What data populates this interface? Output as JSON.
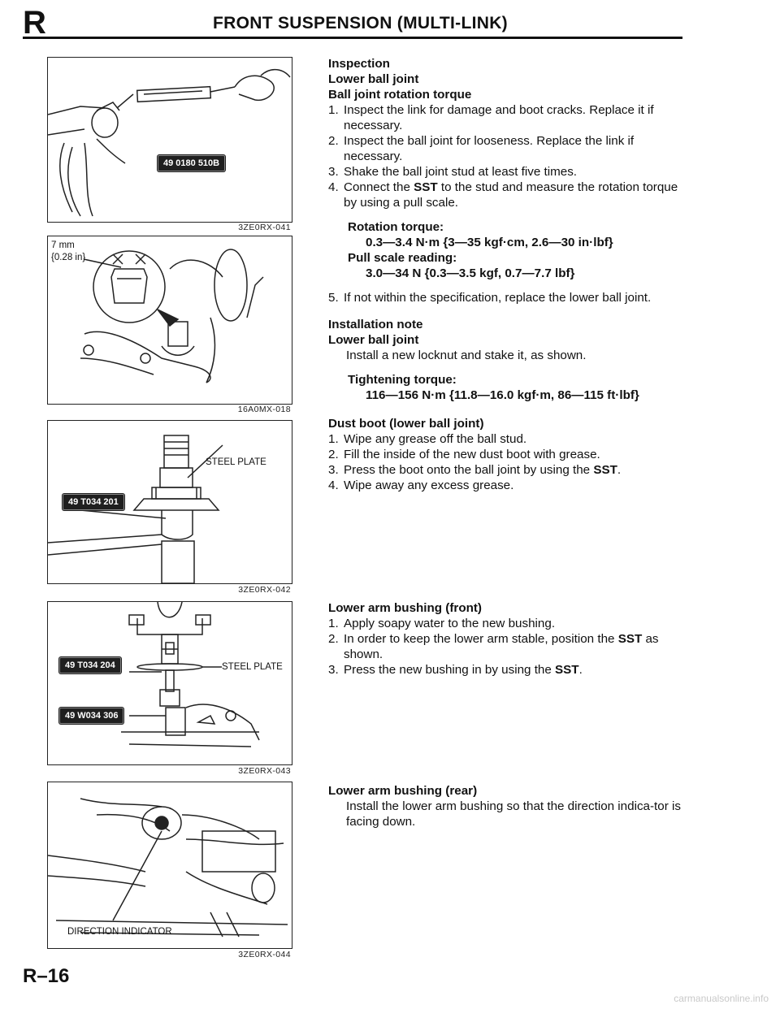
{
  "header": {
    "section_letter": "R",
    "title": "FRONT SUSPENSION (MULTI-LINK)"
  },
  "figures": {
    "fig1": {
      "callout": "49 0180 510B",
      "code": "3ZE0RX-041"
    },
    "fig2": {
      "dim_a": "7 mm",
      "dim_b": "{0.28 in}",
      "code": "16A0MX-018"
    },
    "fig3": {
      "callout": "49 T034 201",
      "label": "STEEL PLATE",
      "code": "3ZE0RX-042"
    },
    "fig4": {
      "callout1": "49 T034 204",
      "callout2": "49 W034 306",
      "label": "STEEL PLATE",
      "code": "3ZE0RX-043"
    },
    "fig5": {
      "label": "DIRECTION INDICATOR",
      "code": "3ZE0RX-044"
    }
  },
  "inspection": {
    "heading1": "Inspection",
    "heading2": "Lower ball joint",
    "heading3": "Ball joint rotation torque",
    "steps": [
      {
        "n": "1.",
        "text": "Inspect the link for damage and boot cracks. Replace it if necessary."
      },
      {
        "n": "2.",
        "text": "Inspect the ball joint for looseness. Replace the link if necessary."
      },
      {
        "n": "3.",
        "text": "Shake the ball joint stud at least five times."
      },
      {
        "n": "4.",
        "pre": "Connect the ",
        "bold": "SST",
        "post": " to the stud and measure the rotation torque by using a pull scale."
      }
    ],
    "spec1_label": "Rotation torque:",
    "spec1_value": "0.3—3.4 N·m {3—35 kgf·cm, 2.6—30 in·lbf}",
    "spec2_label": "Pull scale reading:",
    "spec2_value": "3.0—34 N {0.3—3.5 kgf, 0.7—7.7 lbf}",
    "step5_n": "5.",
    "step5_text": "If not within the specification, replace the lower ball joint."
  },
  "installation": {
    "heading1": "Installation note",
    "heading2": "Lower ball joint",
    "text": "Install a new locknut and stake it, as shown.",
    "spec_label": "Tightening torque:",
    "spec_value": "116—156 N·m {11.8—16.0 kgf·m, 86—115 ft·lbf}"
  },
  "dust_boot": {
    "heading": "Dust boot (lower ball joint)",
    "steps": [
      {
        "n": "1.",
        "text": "Wipe any grease off the ball stud."
      },
      {
        "n": "2.",
        "text": "Fill the inside of the new dust boot with grease."
      },
      {
        "n": "3.",
        "pre": "Press the boot onto the ball joint by using the ",
        "bold": "SST",
        "post": "."
      },
      {
        "n": "4.",
        "text": "Wipe away any excess grease."
      }
    ]
  },
  "bushing_front": {
    "heading": "Lower arm bushing (front)",
    "steps": [
      {
        "n": "1.",
        "text": "Apply soapy water to the new bushing."
      },
      {
        "n": "2.",
        "pre": "In order to keep the lower arm stable, position the ",
        "bold": "SST",
        "post": " as shown."
      },
      {
        "n": "3.",
        "pre": "Press the new bushing in by using the ",
        "bold": "SST",
        "post": "."
      }
    ]
  },
  "bushing_rear": {
    "heading": "Lower arm bushing (rear)",
    "text": "Install the lower arm bushing so that the direction indica-tor is facing down."
  },
  "footer": {
    "page_number": "R–16"
  },
  "watermark": "carmanualsonline.info"
}
